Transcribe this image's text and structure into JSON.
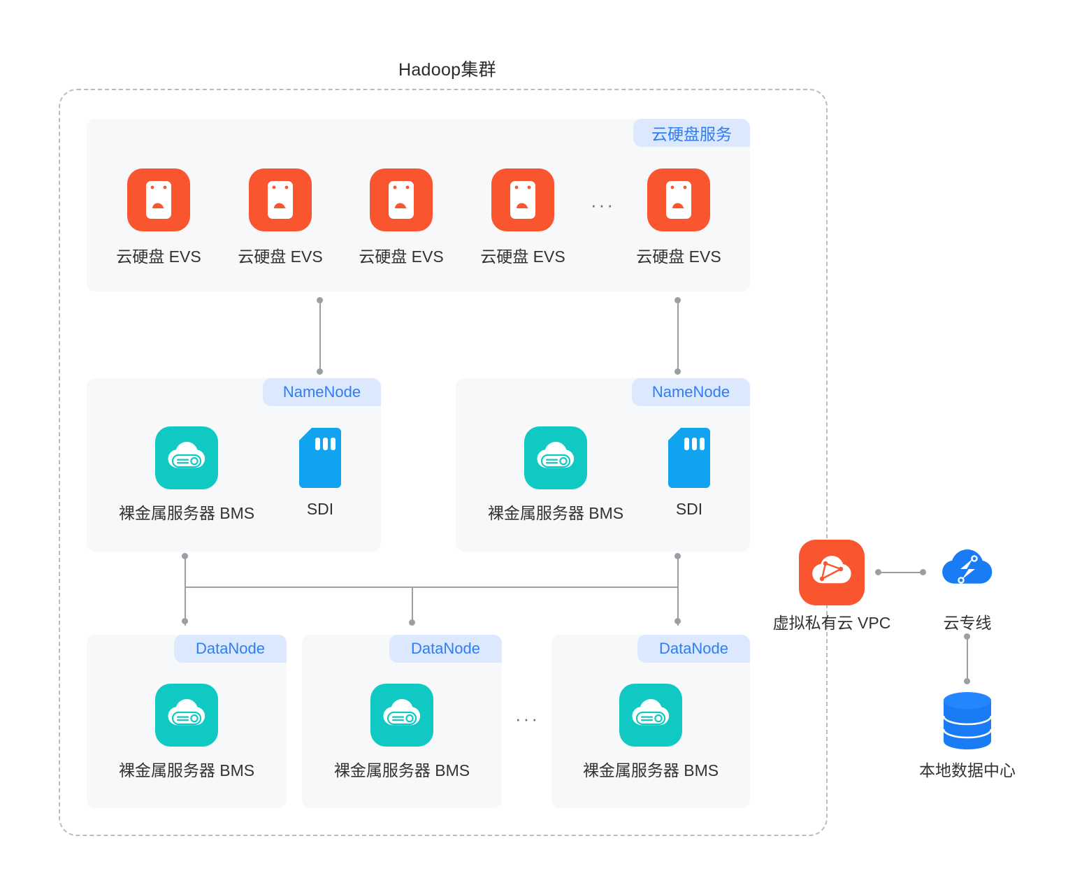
{
  "title": "Hadoop集群",
  "colors": {
    "orange": "#f9552f",
    "teal": "#0fc9c2",
    "blue": "#12a3f0",
    "vpc_blue": "#1a7cf5",
    "badge_bg": "#dce8fd",
    "badge_text": "#2f7df6",
    "panel_bg": "#f7f8f9",
    "connector": "#9b9ea3",
    "cluster_border": "#b9bcc0"
  },
  "storage_panel": {
    "badge": "云硬盘服务",
    "icon": "evs-disk-icon",
    "nodes": [
      {
        "label": "云硬盘 EVS"
      },
      {
        "label": "云硬盘 EVS"
      },
      {
        "label": "云硬盘 EVS"
      },
      {
        "label": "云硬盘 EVS"
      },
      {
        "label": "云硬盘 EVS"
      }
    ],
    "ellipsis": "···"
  },
  "namenodes": [
    {
      "badge": "NameNode",
      "items": [
        {
          "icon": "bms-server-icon",
          "label": "裸金属服务器 BMS"
        },
        {
          "icon": "sdi-card-icon",
          "label": "SDI"
        }
      ]
    },
    {
      "badge": "NameNode",
      "items": [
        {
          "icon": "bms-server-icon",
          "label": "裸金属服务器 BMS"
        },
        {
          "icon": "sdi-card-icon",
          "label": "SDI"
        }
      ]
    }
  ],
  "datanodes": [
    {
      "badge": "DataNode",
      "icon": "bms-server-icon",
      "label": "裸金属服务器 BMS"
    },
    {
      "badge": "DataNode",
      "icon": "bms-server-icon",
      "label": "裸金属服务器 BMS"
    },
    {
      "badge": "DataNode",
      "icon": "bms-server-icon",
      "label": "裸金属服务器 BMS"
    }
  ],
  "datanode_ellipsis": "···",
  "external": [
    {
      "icon": "vpc-cloud-icon",
      "label": "虚拟私有云 VPC"
    },
    {
      "icon": "direct-connect-cloud-icon",
      "label": "云专线"
    },
    {
      "icon": "local-datacenter-database-icon",
      "label": "本地数据中心"
    }
  ]
}
